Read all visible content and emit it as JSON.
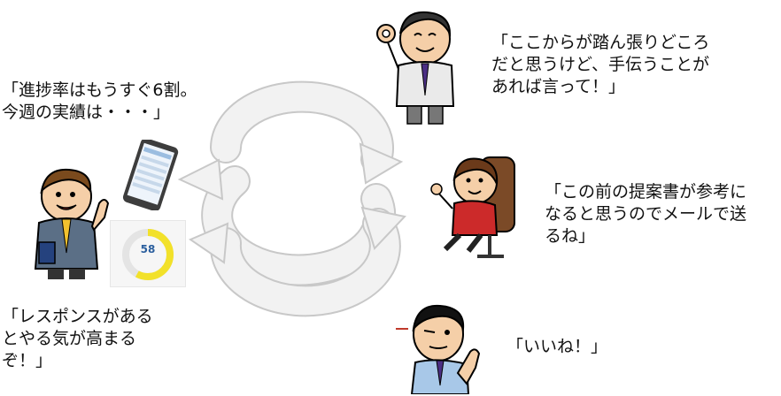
{
  "speech": {
    "progress": "「進捗率はもうすぐ6割。\n今週の実績は・・・」",
    "motivation": "「レスポンスがある\nとやる気が高まる\nぞ！」",
    "boss": "「ここからが踏ん張りどころ\nだと思うけど、手伝うことが\nあれば言って！」",
    "woman": "「この前の提案書が参考に\nなると思うのでメールで送\nるね」",
    "thumbs": "「いいね！」"
  },
  "gauge": {
    "value": "58",
    "fraction": 0.58,
    "color": "#f2e12a",
    "track": "#e4e4e4"
  },
  "colors": {
    "cycle_fill": "#f2f2f2",
    "cycle_stroke": "#c8c8c8"
  },
  "icons": [
    "smartphone-icon",
    "cycle-arrows-icon",
    "gauge-icon"
  ]
}
